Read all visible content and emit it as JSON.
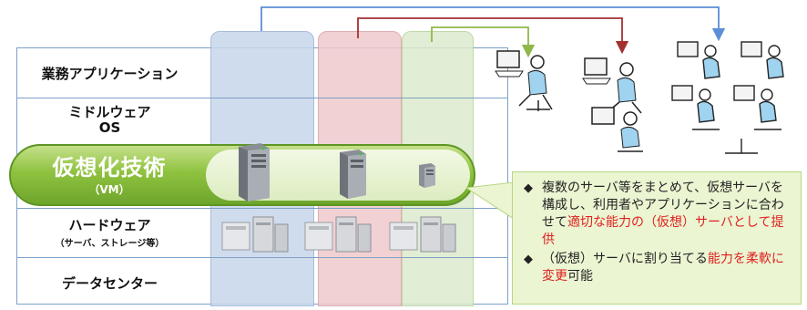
{
  "layers": {
    "application": "業務アプリケーション",
    "middleware": "ミドルウェア",
    "os": "OS",
    "virtualization": "仮想化技術",
    "vm": "（VM）",
    "hardware": "ハードウェア",
    "hardware_sub": "（サーバ、ストレージ等）",
    "datacenter": "データセンター"
  },
  "callout": {
    "bullet1_pre": "複数のサーバ等をまとめて、仮想サーバを構成し、利用者やアプリケーションに合わせて",
    "bullet1_red": "適切な能力の（仮想）サーバとして提供",
    "bullet2_pre": "（仮想）サーバに割り当てる",
    "bullet2_red": "能力を柔軟に変更",
    "bullet2_post": "可能"
  },
  "colors": {
    "vm1": "#c7d6ea",
    "vm2": "#efc9cc",
    "vm3": "#dcebcd",
    "band": "#8fc23f",
    "arrow_blue": "#5b8fd6",
    "arrow_red": "#a33030",
    "arrow_green": "#8fb84a"
  }
}
